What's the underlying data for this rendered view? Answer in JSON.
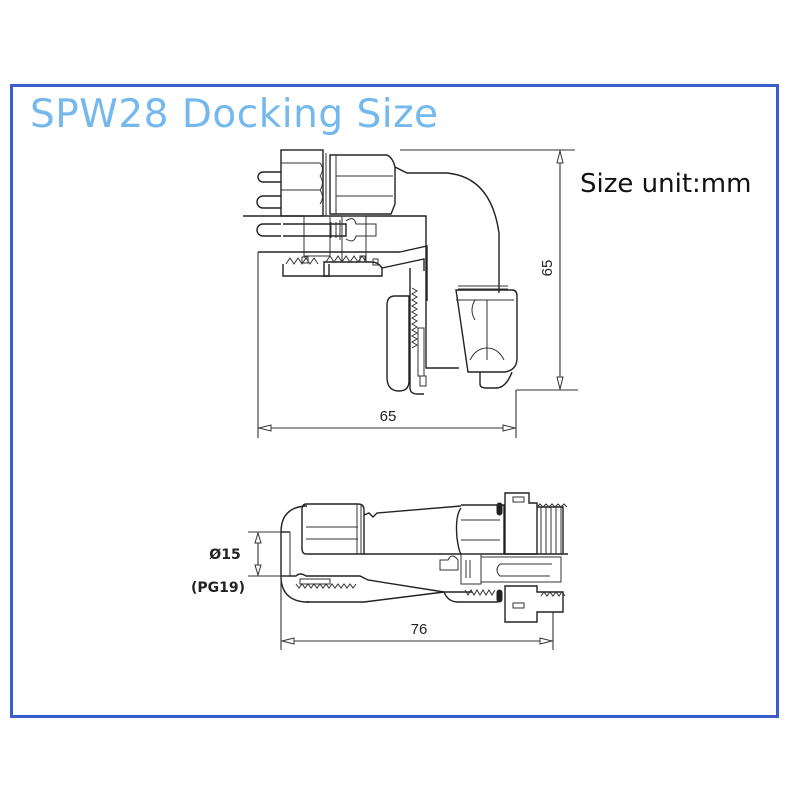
{
  "header": {
    "title": "SPW28 Docking Size",
    "title_color": "#74b8ee"
  },
  "frame": {
    "border_color": "#3a5fcd"
  },
  "unit_note": "Size unit:mm",
  "top_view": {
    "name": "right-angle connector (elbow) cross-section",
    "dimensions": {
      "height": "65",
      "width": "65"
    }
  },
  "bottom_view": {
    "name": "straight connector cross-section",
    "dimensions": {
      "cable_diameter": "Ø15",
      "gland_thread": "(PG19)",
      "length": "76"
    }
  }
}
